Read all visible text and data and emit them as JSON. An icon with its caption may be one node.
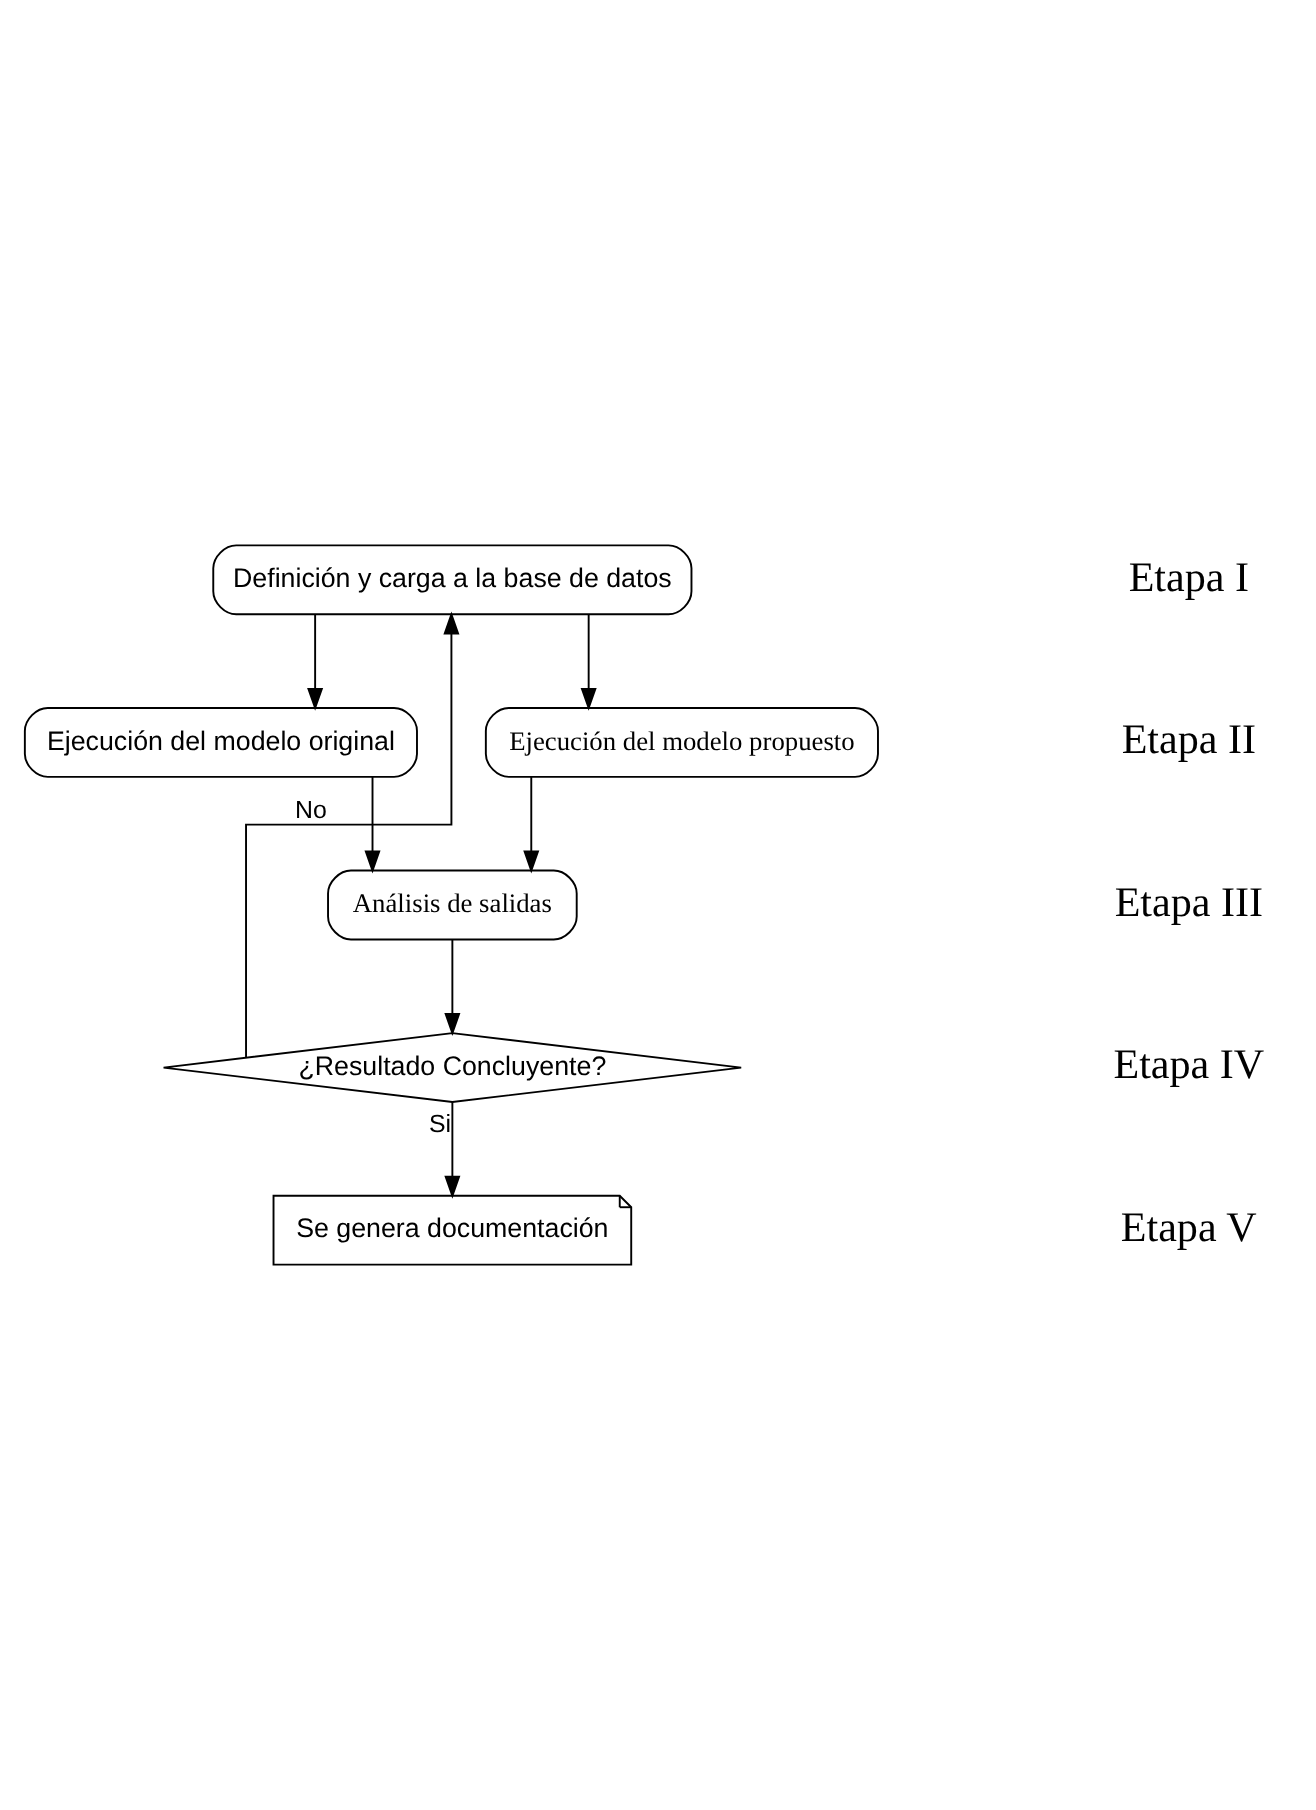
{
  "diagram": {
    "nodes": [
      {
        "text": [
          "Definición y carga a la base de datos"
        ]
      },
      {
        "text": [
          "Ejecución del modelo original"
        ]
      },
      {
        "text": [
          "Ejecución del modelo propuesto"
        ]
      },
      {
        "text": [
          "Análisis de salidas"
        ]
      },
      {
        "text": [
          "¿Resultado Concluyente?"
        ]
      },
      {
        "text": [
          "Se genera documentación"
        ]
      }
    ],
    "edges": [
      {
        "from": 0,
        "to": 1,
        "arrow": "to"
      },
      {
        "from": 0,
        "to": 2,
        "arrow": "to"
      },
      {
        "from": 1,
        "to": 3,
        "arrow": "to"
      },
      {
        "from": 2,
        "to": 3,
        "arrow": "to"
      },
      {
        "from": 3,
        "to": 4,
        "arrow": "to"
      },
      {
        "from": 4,
        "to": 0,
        "arrow": "to",
        "label": "No"
      },
      {
        "from": 4,
        "to": 5,
        "arrow": "to",
        "label": "Si"
      }
    ],
    "labels": [
      "Etapa I",
      "Etapa II",
      "Etapa III",
      "Etapa IV",
      "Etapa V"
    ]
  }
}
